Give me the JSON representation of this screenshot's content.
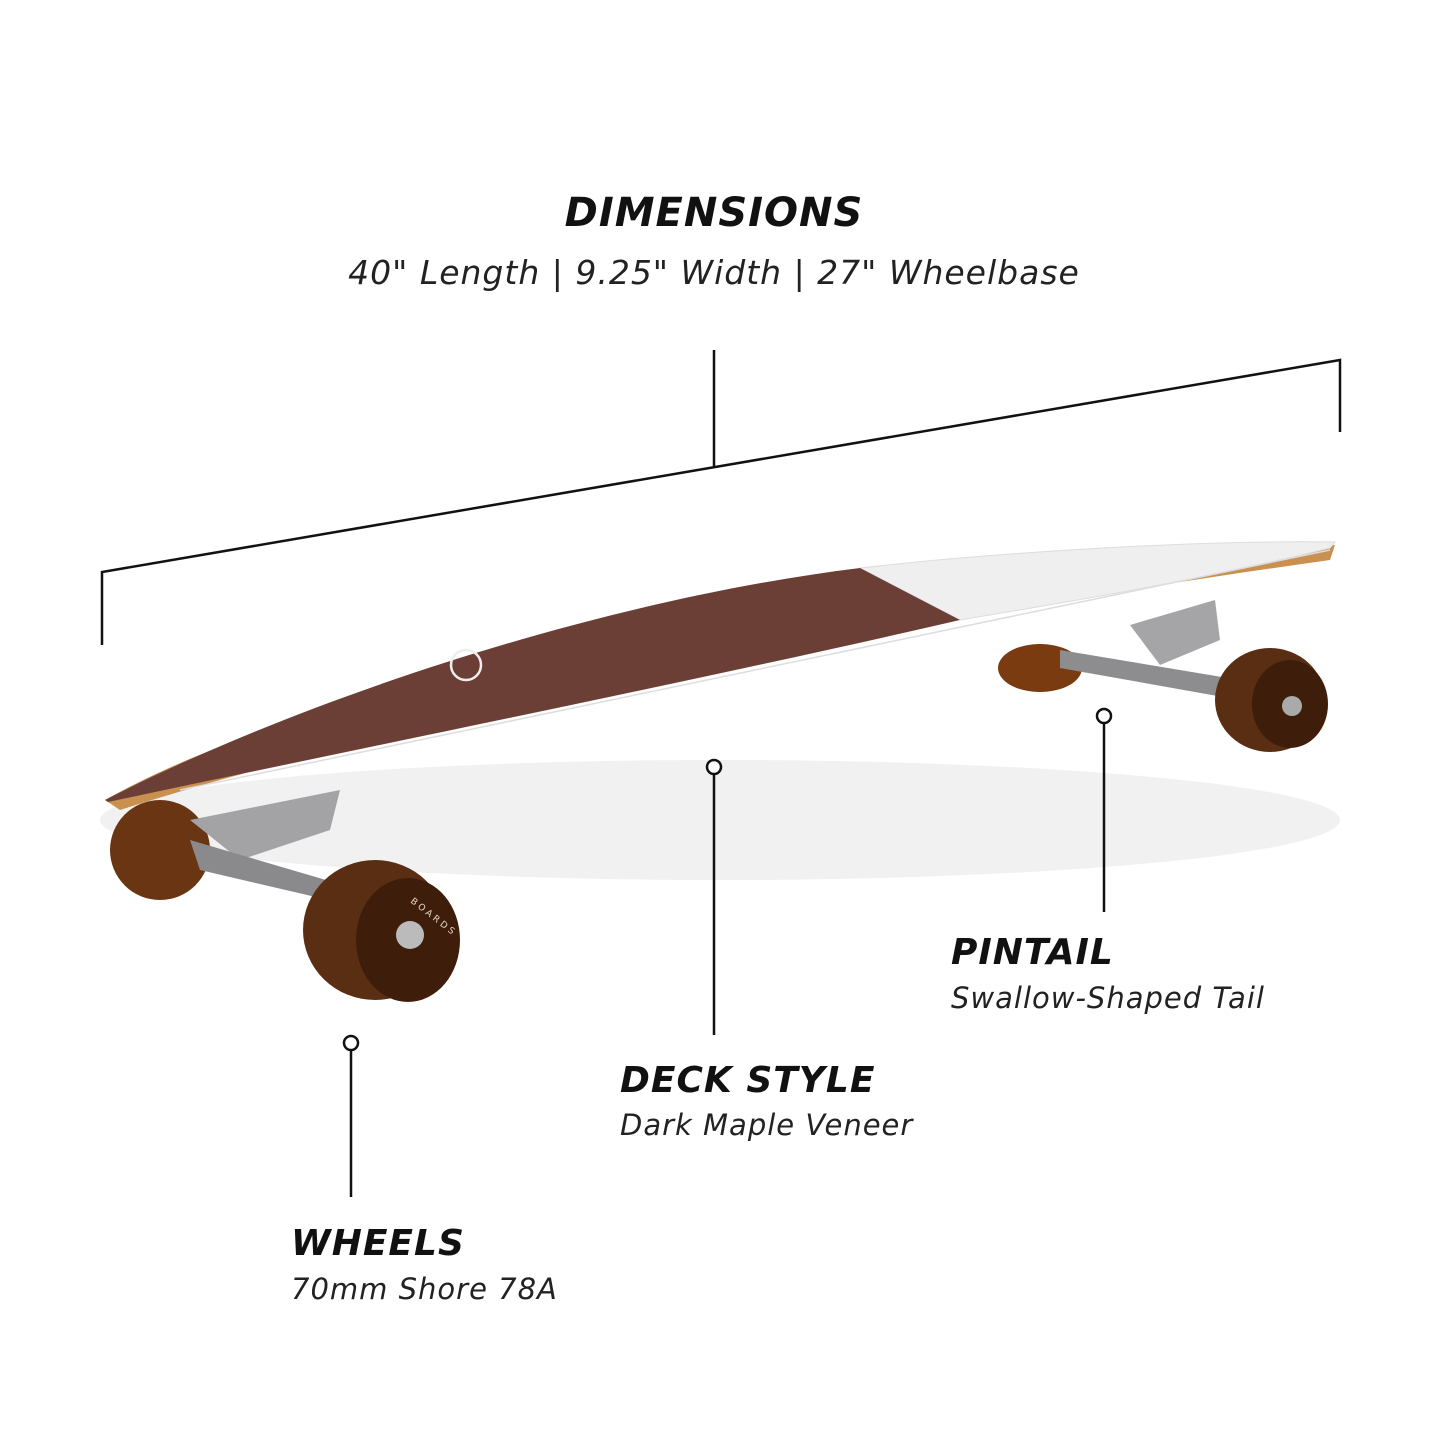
{
  "dimensions": {
    "title": "DIMENSIONS",
    "subtitle": "40\" Length | 9.25\" Width | 27\" Wheelbase"
  },
  "pintail": {
    "title": "PINTAIL",
    "subtitle": "Swallow-Shaped Tail"
  },
  "deck_style": {
    "title": "DECK STYLE",
    "subtitle": "Dark Maple Veneer"
  },
  "wheels": {
    "title": "WHEELS",
    "subtitle": "70mm Shore 78A"
  },
  "wheel_print": "BOARDS",
  "colors": {
    "grip": "#6b3f36",
    "wood": "#c9904f",
    "wheel": "#5a2e12",
    "truck": "#9a9a9c",
    "line": "#111111"
  }
}
